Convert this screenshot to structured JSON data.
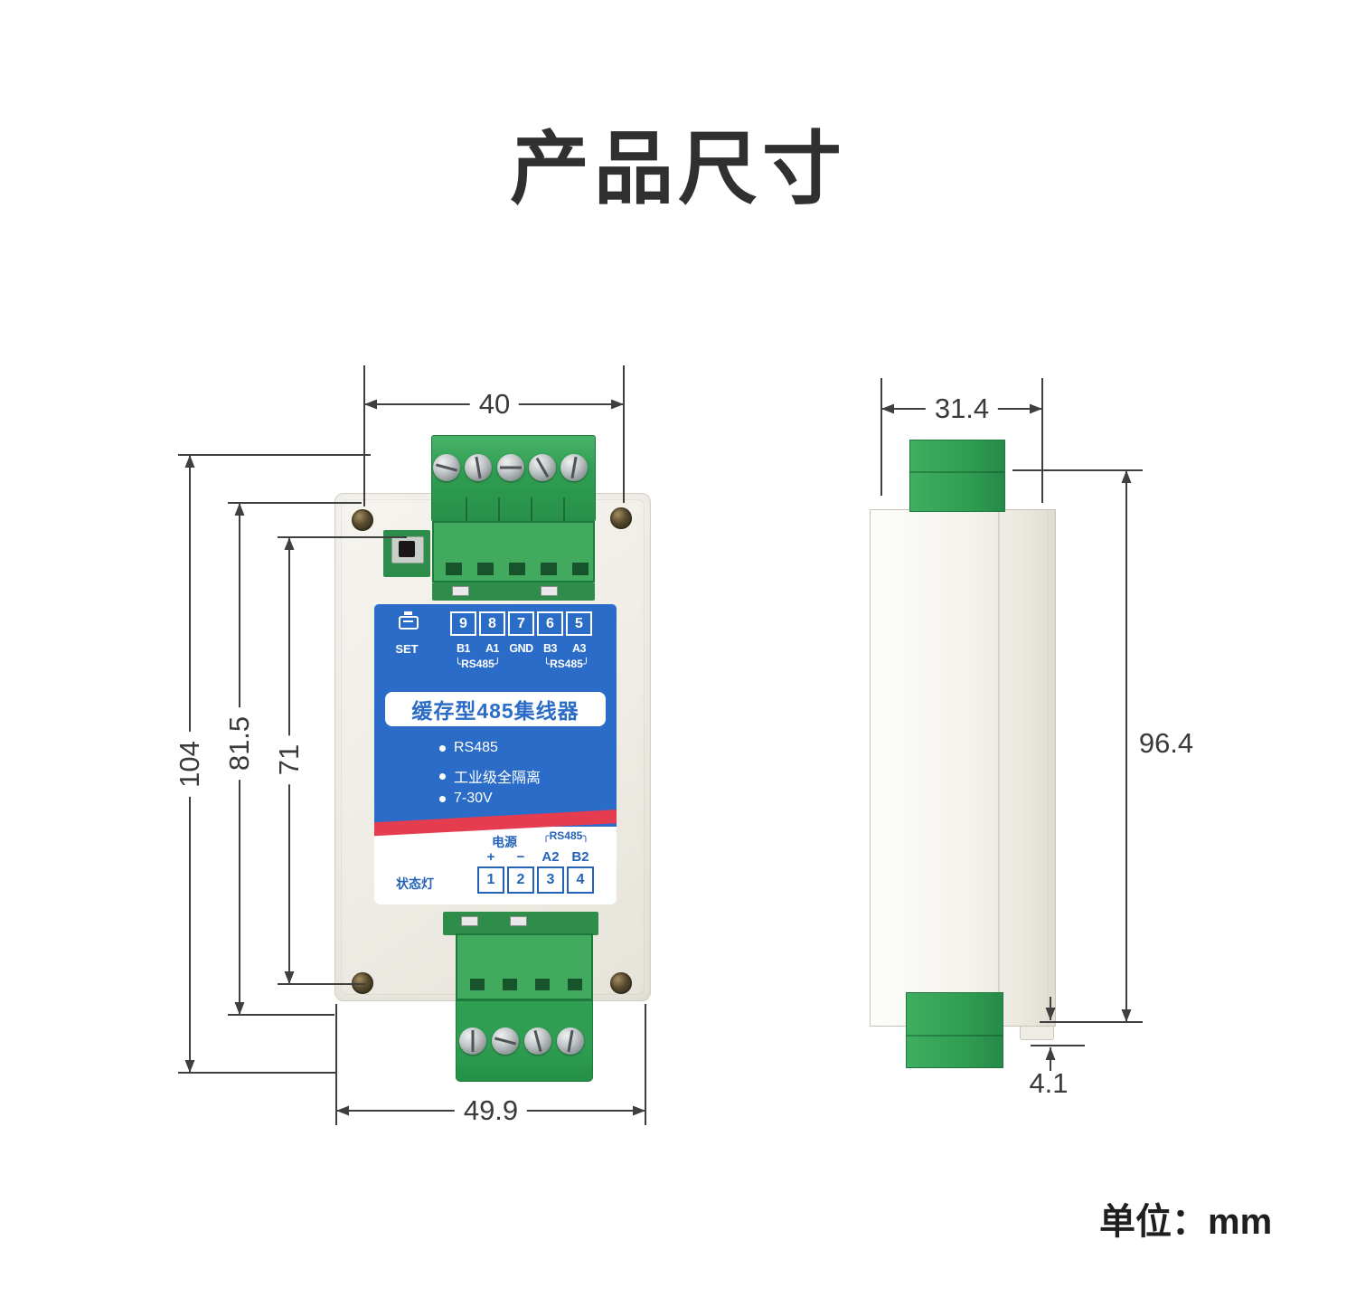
{
  "page": {
    "title": "产品尺寸",
    "unit_label": "单位：mm"
  },
  "front_view": {
    "dim_top_width": "40",
    "dim_height_outer": "104",
    "dim_height_mid": "81.5",
    "dim_height_inner": "71",
    "dim_bottom_width": "49.9",
    "label": {
      "set": "SET",
      "top_numbers": [
        "9",
        "8",
        "7",
        "6",
        "5"
      ],
      "top_pins": [
        "B1",
        "A1",
        "GND",
        "B3",
        "A3"
      ],
      "rs485_left": "RS485",
      "rs485_right": "RS485",
      "product_name": "缓存型485集线器",
      "features": [
        "RS485",
        "工业级全隔离",
        "7-30V"
      ],
      "power_label": "电源",
      "rs485_bottom": "RS485",
      "bottom_pins": [
        "+",
        "−",
        "A2",
        "B2"
      ],
      "status_label": "状态灯",
      "bottom_numbers": [
        "1",
        "2",
        "3",
        "4"
      ]
    },
    "colors": {
      "label_blue": "#2b6cc8",
      "stripe_red": "#e63c50",
      "connector_green": "#2f9e52"
    }
  },
  "side_view": {
    "dim_width": "31.4",
    "dim_height": "96.4",
    "dim_clip": "4.1"
  }
}
